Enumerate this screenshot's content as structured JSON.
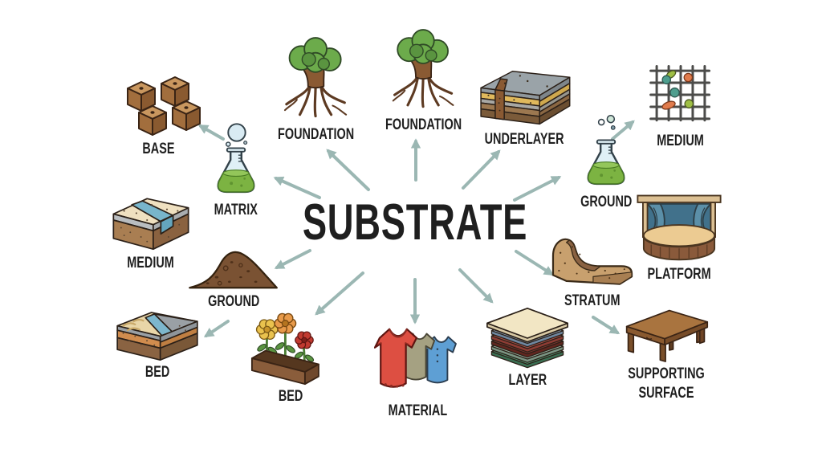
{
  "title": "SUBSTRATE",
  "colors": {
    "background": "#ffffff",
    "arrow": "#9bb7b3",
    "text": "#1f1f1f"
  },
  "items": {
    "base": {
      "label": "BASE",
      "icon": "clay-blocks"
    },
    "matrix": {
      "label": "MATRIX",
      "icon": "flask-with-bubble"
    },
    "foundation_left": {
      "label": "FOUNDATION",
      "icon": "tree-with-roots"
    },
    "foundation_right": {
      "label": "FOUNDATION",
      "icon": "tree-with-roots"
    },
    "underlayer": {
      "label": "UNDERLAYER",
      "icon": "soil-cross-section"
    },
    "medium_grid": {
      "label": "MEDIUM",
      "icon": "grid-with-microbes"
    },
    "ground_flask": {
      "label": "GROUND",
      "icon": "flask-with-bubbles"
    },
    "platform": {
      "label": "PLATFORM",
      "icon": "stage-with-curtains"
    },
    "stratum": {
      "label": "STRATUM",
      "icon": "rock-formation"
    },
    "medium_block": {
      "label": "MEDIUM",
      "icon": "soil-block-blue-stripe"
    },
    "ground_pile": {
      "label": "GROUND",
      "icon": "dirt-mound"
    },
    "bed_block": {
      "label": "BED",
      "icon": "riverbed-block"
    },
    "bed_planter": {
      "label": "BED",
      "icon": "flower-bed"
    },
    "material": {
      "label": "MATERIAL",
      "icon": "fabric-shirts"
    },
    "layer": {
      "label": "LAYER",
      "icon": "stacked-sheets"
    },
    "supporting_surface": {
      "label": "SUPPORTING SURFACE",
      "icon": "wooden-table"
    }
  }
}
